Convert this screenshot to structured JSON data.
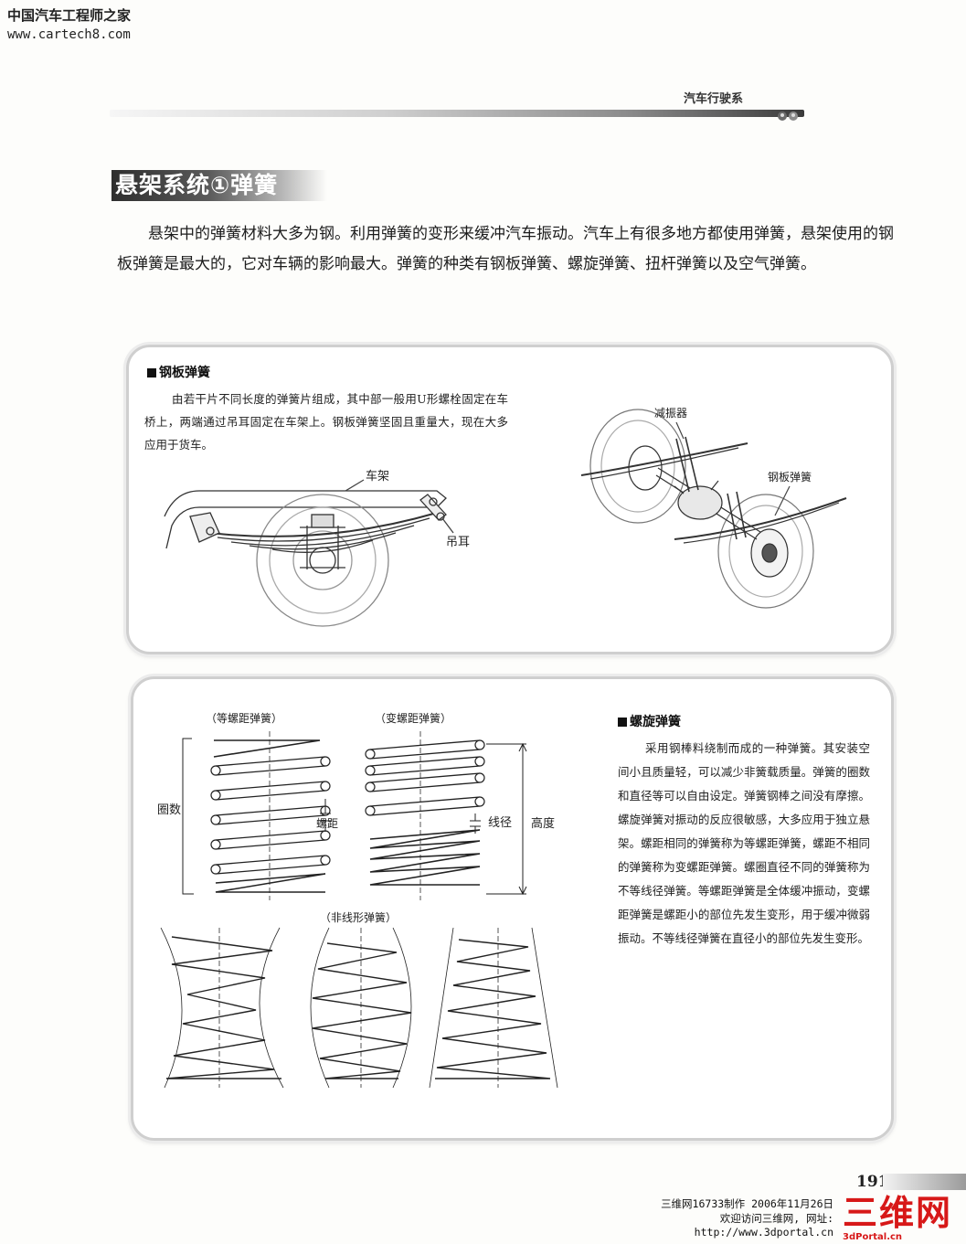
{
  "watermark": {
    "title": "中国汽车工程师之家",
    "url": "www.cartech8.com"
  },
  "header": {
    "chapter": "汽车行驶系"
  },
  "section": {
    "title": "悬架系统①弹簧",
    "intro": "悬架中的弹簧材料大多为钢。利用弹簧的变形来缓冲汽车振动。汽车上有很多地方都使用弹簧，悬架使用的钢板弹簧是最大的，它对车辆的影响最大。弹簧的种类有钢板弹簧、螺旋弹簧、扭杆弹簧以及空气弹簧。"
  },
  "leaf_spring": {
    "heading": "钢板弹簧",
    "text": "由若干片不同长度的弹簧片组成，其中部一般用U形螺栓固定在车桥上，两端通过吊耳固定在车架上。钢板弹簧坚固且重量大，现在大多应用于货车。",
    "labels": {
      "frame": "车架",
      "shackle": "吊耳",
      "damper": "减振器",
      "leaf": "钢板弹簧"
    }
  },
  "coil_spring": {
    "heading": "螺旋弹簧",
    "text": "采用钢棒料绕制而成的一种弹簧。其安装空间小且质量轻，可以减少非簧载质量。弹簧的圈数和直径等可以自由设定。弹簧钢棒之间没有摩擦。螺旋弹簧对振动的反应很敏感，大多应用于独立悬架。螺距相同的弹簧称为等螺距弹簧，螺距不相同的弹簧称为变螺距弹簧。螺圈直径不同的弹簧称为不等线径弹簧。等螺距弹簧是全体缓冲振动，变螺距弹簧是螺距小的部位先发生变形，用于缓冲微弱振动。不等线径弹簧在直径小的部位先发生变形。",
    "labels": {
      "equal_pitch": "（等螺距弹簧）",
      "variable_pitch": "（变螺距弹簧）",
      "nonlinear": "（非线形弹簧）",
      "coils": "圈数",
      "pitch": "螺距",
      "wire_dia": "线径",
      "height": "高度"
    }
  },
  "footer": {
    "page_number": "191",
    "line1": "三维网16733制作 2006年11月26日",
    "line2": "欢迎访问三维网, 网址:",
    "line3": "http://www.3dportal.cn",
    "brand": "三维网",
    "brand_sub": "3dPortal.cn"
  }
}
